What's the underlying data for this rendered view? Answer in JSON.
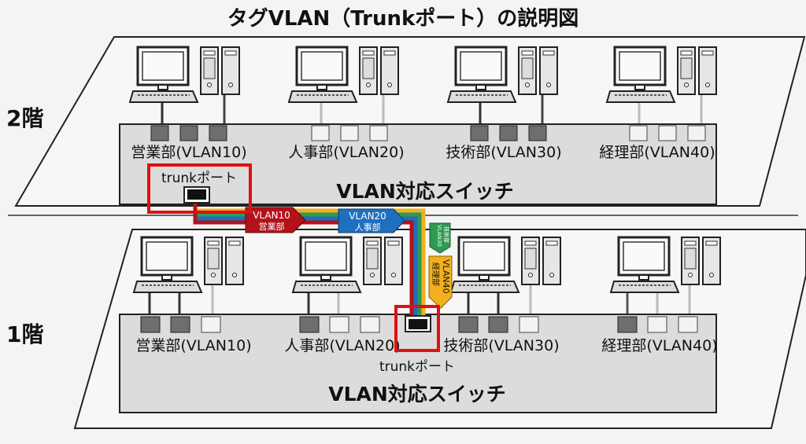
{
  "title": "タグVLAN（Trunkポート）の説明図",
  "floors": [
    {
      "label": "2階",
      "switch_label": "VLAN対応スイッチ",
      "trunk_label": "trunkポート",
      "departments": [
        "営業部(VLAN10)",
        "人事部(VLAN20)",
        "技術部(VLAN30)",
        "経理部(VLAN40)"
      ]
    },
    {
      "label": "1階",
      "switch_label": "VLAN対応スイッチ",
      "trunk_label": "trunkポート",
      "departments": [
        "営業部(VLAN10)",
        "人事部(VLAN20)",
        "技術部(VLAN30)",
        "経理部(VLAN40)"
      ]
    }
  ],
  "tags": [
    {
      "vlan": "VLAN10",
      "dept": "営業部",
      "color": "#b3121b"
    },
    {
      "vlan": "VLAN20",
      "dept": "人事部",
      "color": "#1f6fc0"
    },
    {
      "vlan": "VLAN30",
      "dept": "技術部",
      "color": "#2e9a52"
    },
    {
      "vlan": "VLAN40",
      "dept": "経理部",
      "color": "#f2b01e"
    }
  ],
  "highlight_color": "#e01010"
}
